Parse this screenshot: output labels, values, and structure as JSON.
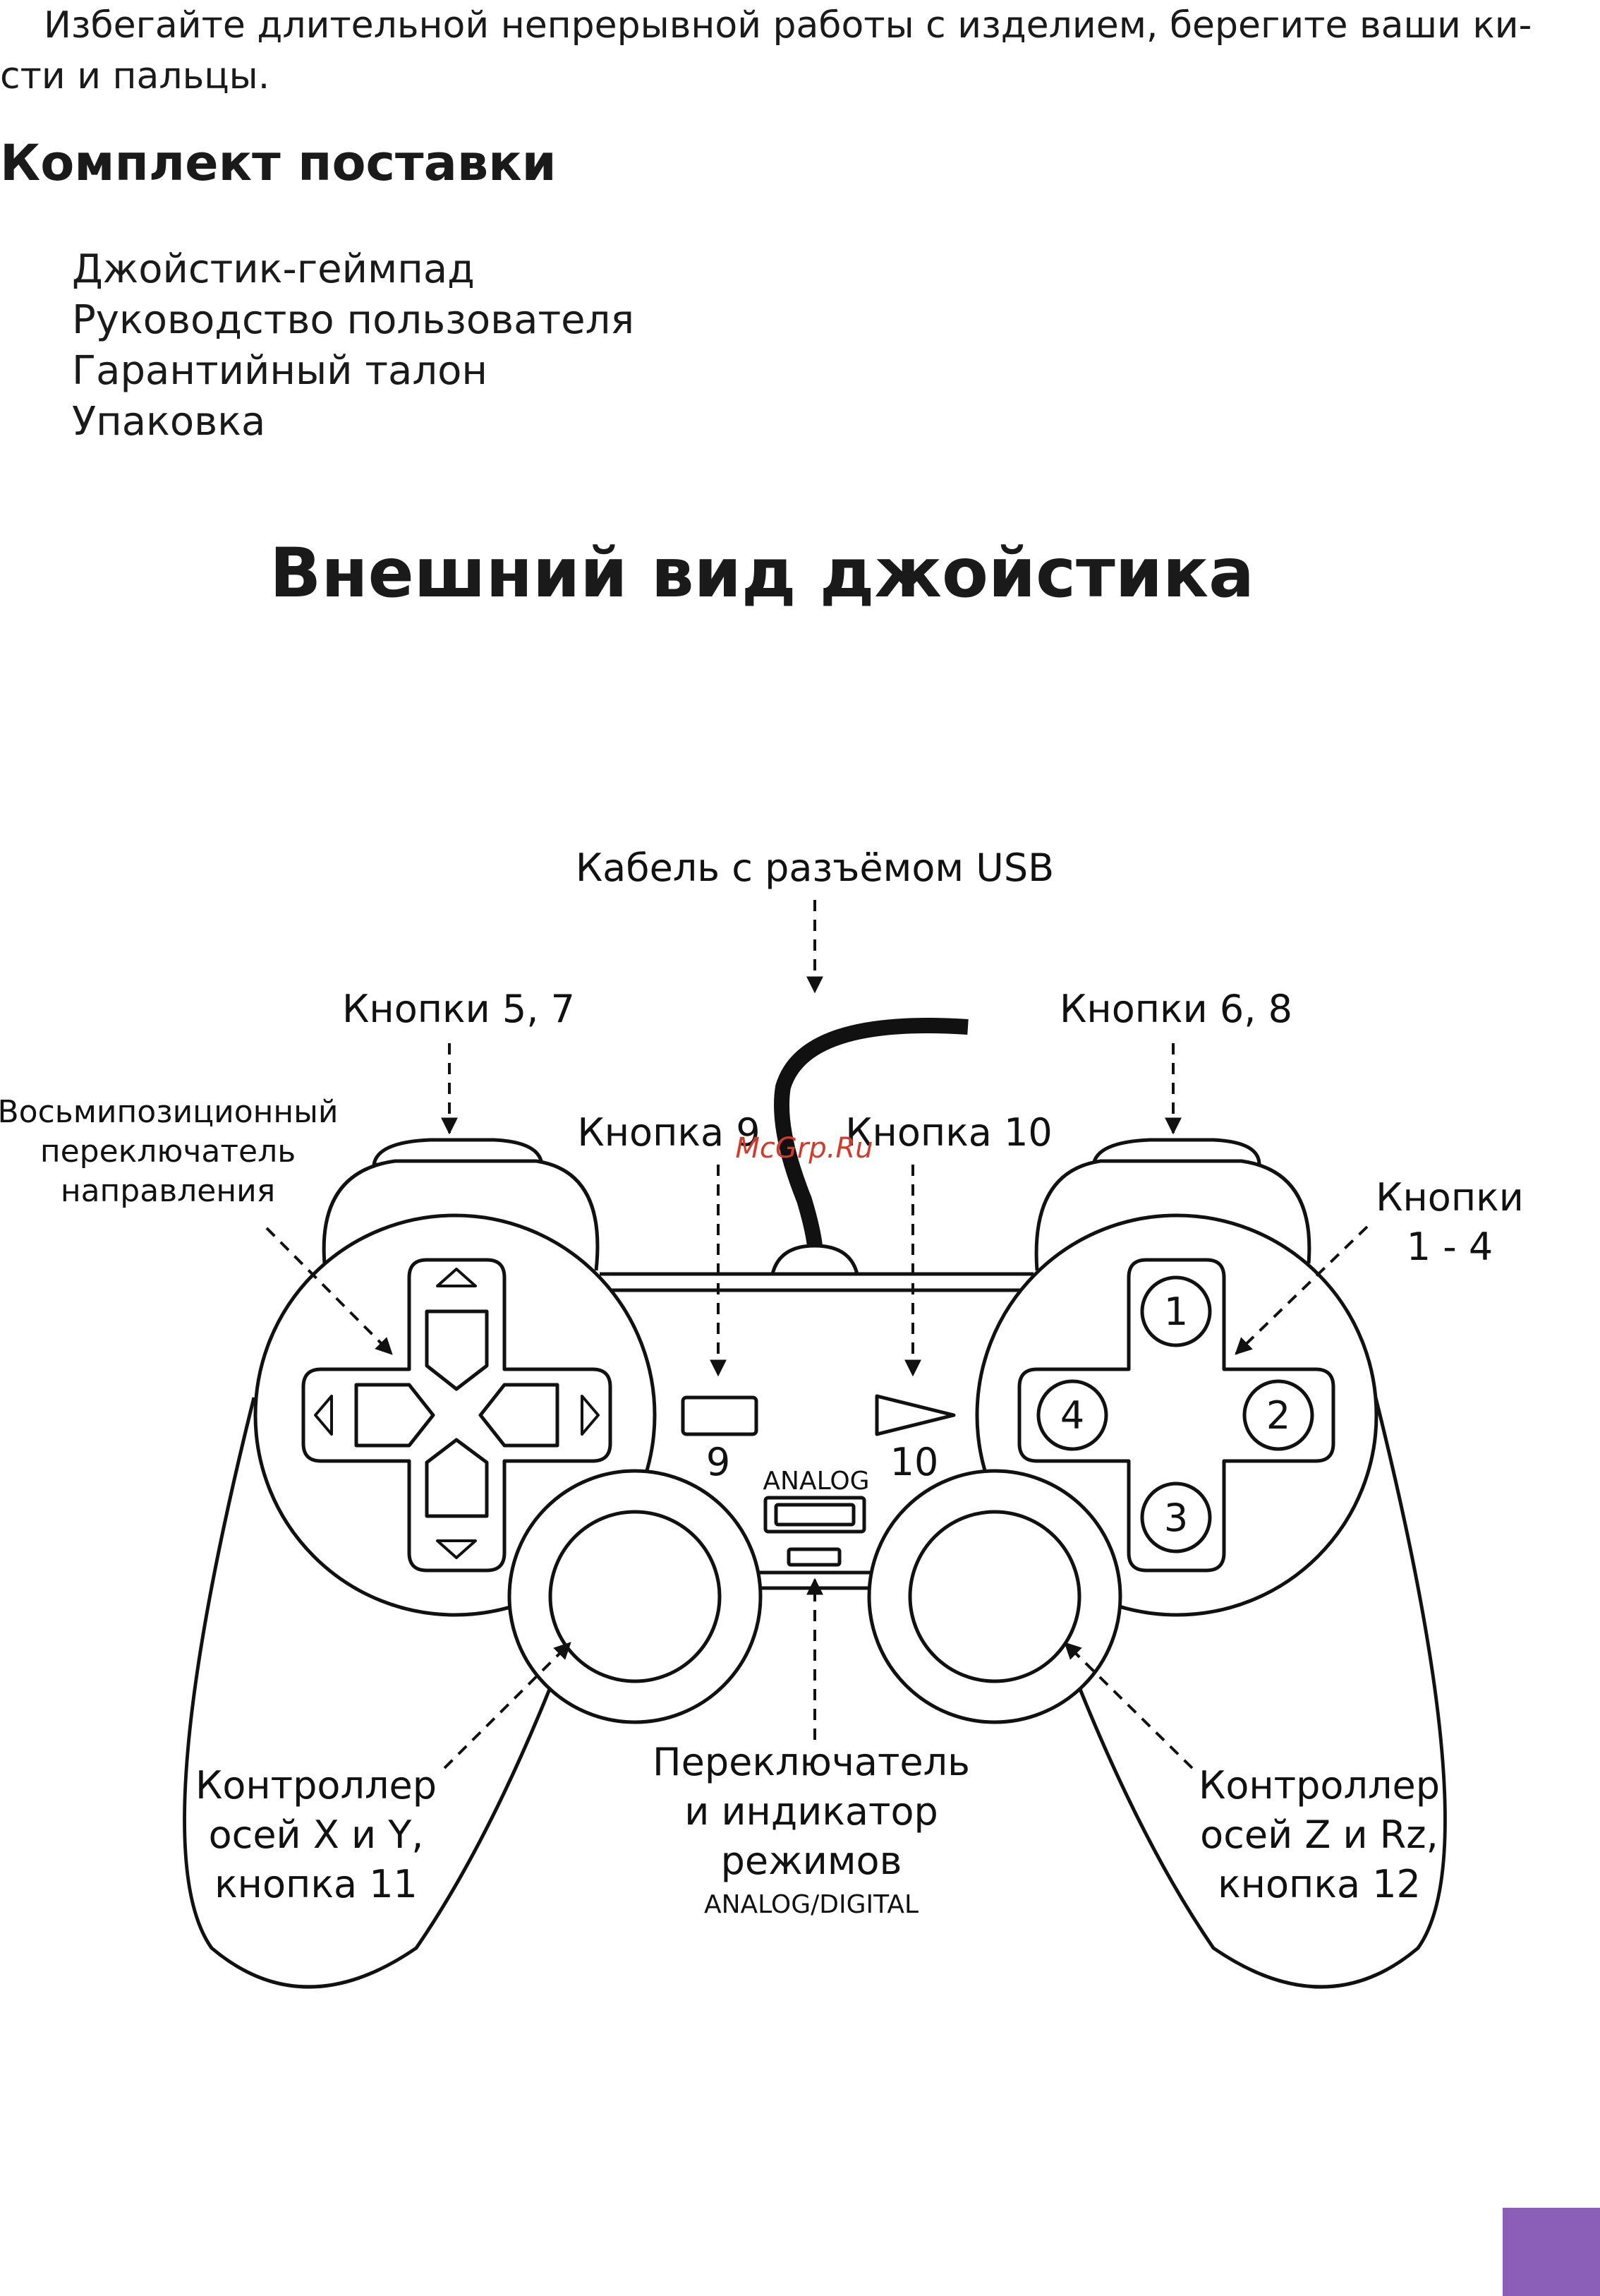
{
  "intro": {
    "line1": "Избегайте длительной непрерывной работы с изделием, берегите ваши ки-",
    "line2": "сти и пальцы."
  },
  "kit": {
    "title": "Комплект поставки",
    "items": [
      "Джойстик-геймпад",
      "Руководство пользователя",
      "Гарантийный талон",
      "Упаковка"
    ]
  },
  "appearance_title": "Внешний вид джойстика",
  "diagram": {
    "usb": "Кабель с разъёмом USB",
    "buttons_57": "Кнопки 5, 7",
    "buttons_68": "Кнопки 6, 8",
    "dpad": [
      "Восьмипозиционный",
      "переключатель",
      "направления"
    ],
    "button9": "Кнопка 9",
    "button10": "Кнопка 10",
    "buttons_14": [
      "Кнопки",
      "1 - 4"
    ],
    "num9": "9",
    "num10": "10",
    "analog": "ANALOG",
    "face": [
      "1",
      "2",
      "3",
      "4"
    ],
    "left_stick": [
      "Контроллер",
      "осей X и Y,",
      "кнопка 11"
    ],
    "mode": [
      "Переключатель",
      "и индикатор",
      "режимов"
    ],
    "mode_sub": "ANALOG/DIGITAL",
    "right_stick": [
      "Контроллер",
      "осей Z и Rz,",
      "кнопка 12"
    ]
  },
  "watermark": "McGrp.Ru",
  "colors": {
    "accent": "#8b5fb8",
    "watermark": "#d23a2a"
  }
}
